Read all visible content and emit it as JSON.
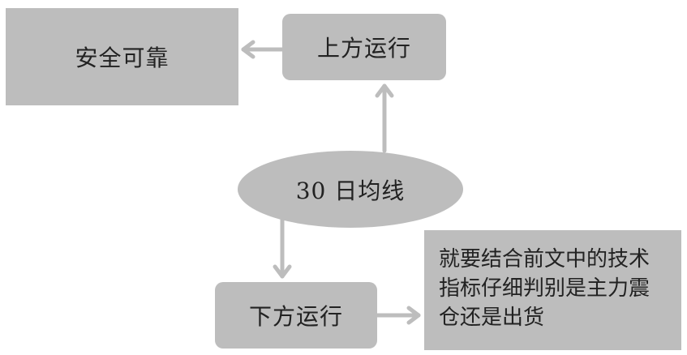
{
  "nodes": {
    "safe": "安全可靠",
    "up": "上方运行",
    "ma": "30 日均线",
    "down": "下方运行",
    "note": "就要结合前文中的技术指标仔细判别是主力震仓还是出货"
  },
  "colors": {
    "node_fill": "#bdbdbd",
    "arrow": "#bdbdbd",
    "text": "#222222"
  }
}
